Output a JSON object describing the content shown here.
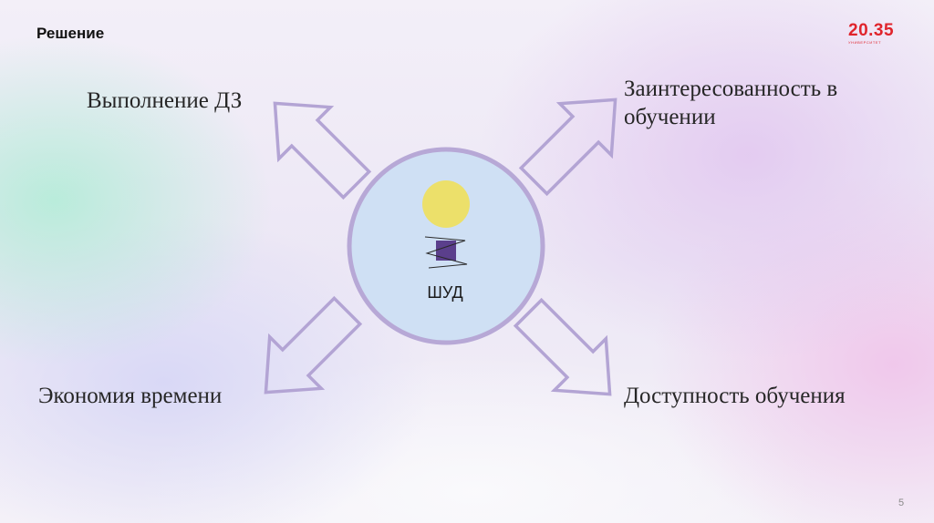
{
  "slide": {
    "title": "Решение",
    "page_number": "5"
  },
  "logo": {
    "main": "20.35",
    "sub": "УНИВЕРСИТЕТ"
  },
  "diagram": {
    "center_label": "ШУД",
    "outcomes": {
      "top_left": "Выполнение ДЗ",
      "top_right": "Заинтересованность в обучении",
      "bottom_left": "Экономия времени",
      "bottom_right": "Доступность обучения"
    }
  },
  "colors": {
    "circle_fill": "#cfe0f4",
    "circle_stroke": "#b7a8d6",
    "arrow_stroke": "#b3a4d4",
    "sun_fill": "#ece06a",
    "square_fill": "#5b3f8c",
    "logo_red": "#e0242c"
  }
}
